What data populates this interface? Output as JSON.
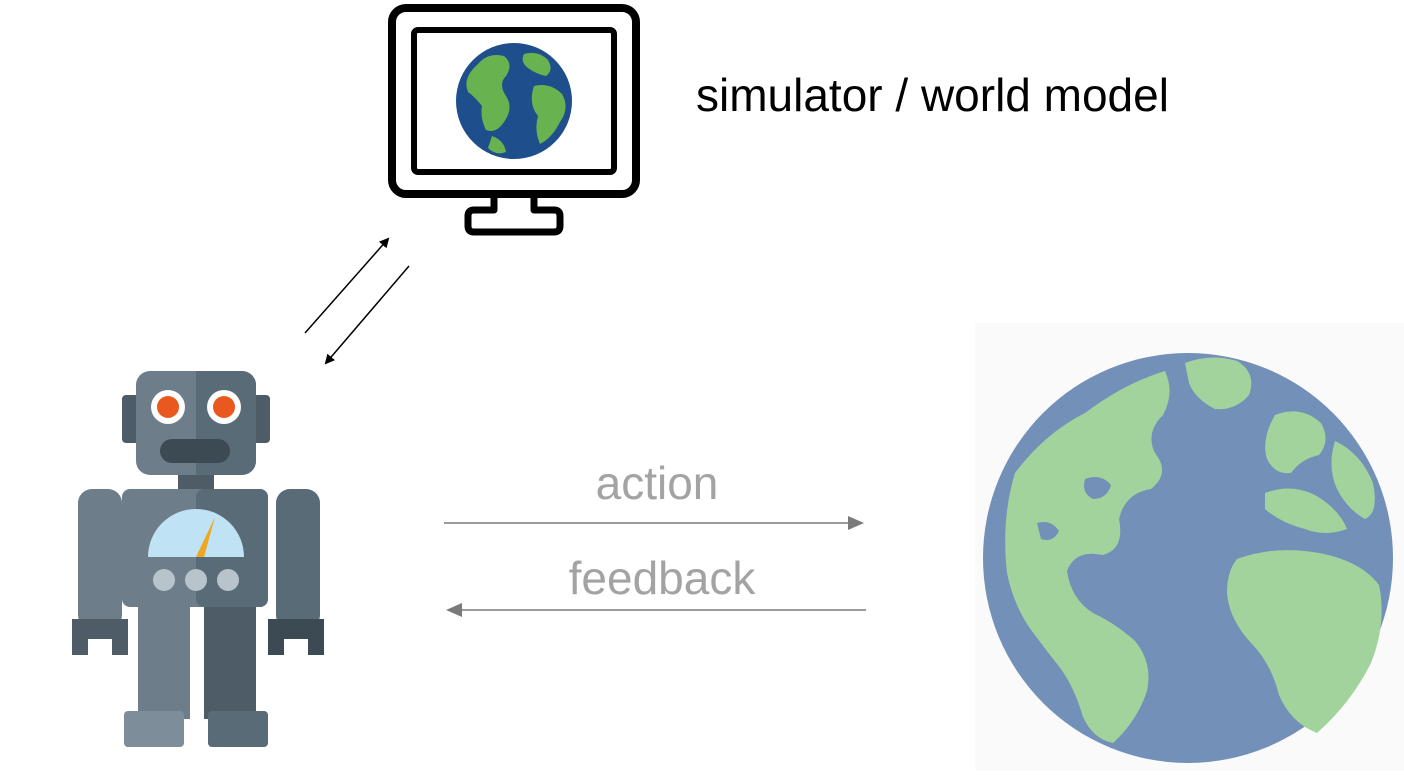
{
  "labels": {
    "simulator": "simulator / world model",
    "action": "action",
    "feedback": "feedback"
  },
  "icons": {
    "monitor": "monitor-globe-icon",
    "robot": "robot-icon",
    "world": "earth-globe-icon"
  },
  "colors": {
    "simulator_text": "#000000",
    "flow_text": "#a3a3a3",
    "flow_arrow": "#7a7a7a",
    "ocean": "#1f4e8c",
    "land": "#68b24f",
    "world_ocean": "#7390b8",
    "world_land": "#a3d39c",
    "robot_body": "#5a6b78",
    "robot_eye": "#e8581f"
  }
}
